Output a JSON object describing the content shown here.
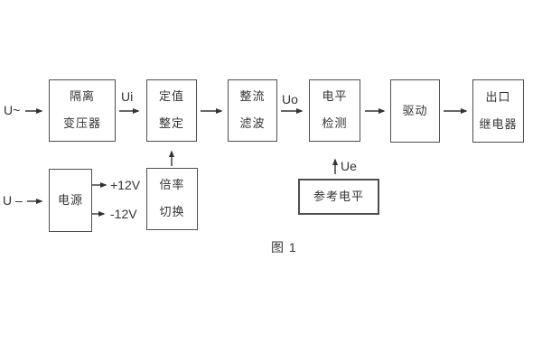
{
  "caption": "图 1",
  "labels": {
    "input_ac": "U~",
    "input_dc": "U –",
    "ui": "Ui",
    "uo": "Uo",
    "ue": "Ue",
    "rail_pos": "+12V",
    "rail_neg": "-12V"
  },
  "blocks": {
    "isolation_transformer": {
      "line1": "隔离",
      "line2": "变压器"
    },
    "setting_adjust": {
      "line1": "定值",
      "line2": "整定"
    },
    "rectifier_filter": {
      "line1": "整流",
      "line2": "滤波"
    },
    "level_detect": {
      "line1": "电平",
      "line2": "检测"
    },
    "driver": {
      "label": "驱动"
    },
    "output_relay": {
      "line1": "出口",
      "line2": "继电器"
    },
    "power_supply": {
      "label": "电源"
    },
    "ratio_switch": {
      "line1": "倍率",
      "line2": "切换"
    },
    "reference_level": {
      "label": "参考电平"
    }
  },
  "colors": {
    "border": "#4e4e4e",
    "text": "#333333",
    "line": "#333333",
    "background": "#ffffff"
  }
}
